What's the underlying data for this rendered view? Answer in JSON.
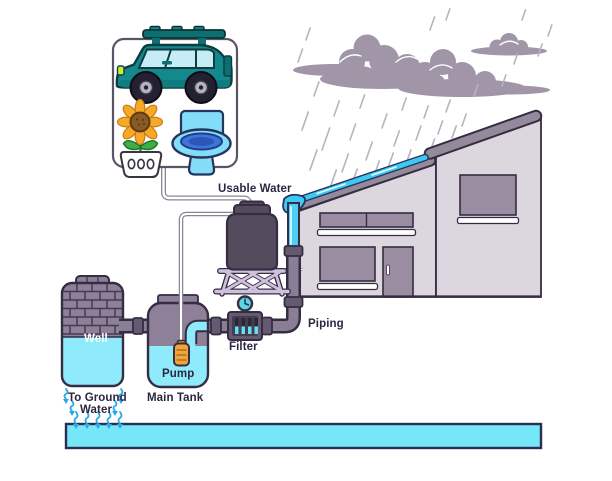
{
  "diagram": {
    "subject": "Rainwater harvesting system illustration",
    "labels": {
      "usable_water": "Usable Water",
      "piping": "Piping",
      "filter": "Filter",
      "pump": "Pump",
      "main_tank": "Main Tank",
      "well": "Well",
      "to_ground_line1": "To Ground",
      "to_ground_line2": "Water"
    },
    "icons": {
      "usable_water_box": [
        "car-icon",
        "sunflower-pot-icon",
        "toilet-icon"
      ],
      "scene": [
        "rain-cloud-icon",
        "rain-streaks",
        "house",
        "roof-water",
        "downspout-pipe",
        "pipe-bracket",
        "filter-unit",
        "pressure-gauge-icon",
        "storage-tank",
        "tank-stand",
        "main-tank",
        "water-inlet-channel",
        "submersible-pump",
        "pump-cable",
        "brick-well",
        "well-pipe",
        "groundwater-strip",
        "infiltration-arrows",
        "usable-water-pipe"
      ]
    },
    "colors": {
      "water_bright": "#3cc9f2",
      "water_light": "#8feafb",
      "groundwater": "#76e6f9",
      "pipe_mauve": "#8a7d96",
      "fitting_dark": "#655a72",
      "outline_dark": "#352d42",
      "cloud": "#a195a8",
      "house_wall": "#dcd7de",
      "window_mauve": "#9b8da1",
      "tank_dark": "#544c5d",
      "stand_light": "#cfc0dd",
      "pump_orange": "#f0a43c",
      "arrow_blue": "#2aa9e8",
      "car_teal": "#14898d",
      "flower_orange": "#f6a826",
      "toilet_blue": "#83dcf8",
      "label_text": "#2c2640"
    }
  }
}
